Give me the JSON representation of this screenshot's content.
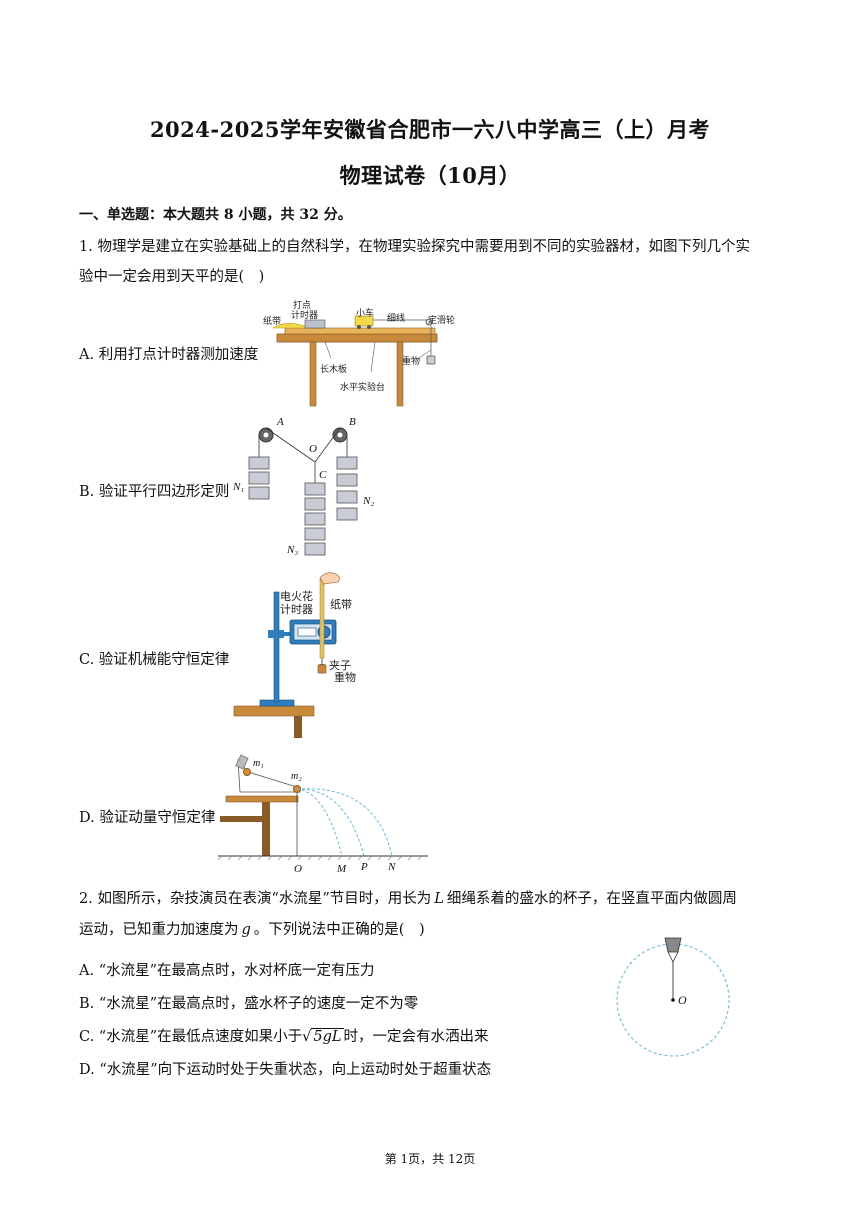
{
  "title": {
    "line1": "2024-2025学年安徽省合肥市一六八中学高三（上）月考",
    "line2": "物理试卷（10月）"
  },
  "section1": "一、单选题：本大题共 8 小题，共 32 分。",
  "q1": {
    "stem_line1": "1. 物理学是建立在实验基础上的自然科学，在物理实验探究中需要用到不同的实验器材，如图下列几个实",
    "stem_line2": "验中一定会用到天平的是(　)",
    "optA": "A. 利用打点计时器测加速度",
    "optB": "B. 验证平行四边形定则",
    "optC": "C. 验证机械能守恒定律",
    "optD": "D. 验证动量守恒定律",
    "figA": {
      "paper_tape": "纸带",
      "timer": "打点计时器",
      "timer_l1": "打点",
      "timer_l2": "计时器",
      "cart": "小车",
      "string": "细线",
      "pulley": "定滑轮",
      "weight": "重物",
      "board": "长木板",
      "table": "水平实验台"
    },
    "figB": {
      "A": "A",
      "B": "B",
      "O": "O",
      "C": "C",
      "N1": "N₁",
      "N2": "N₂",
      "N3": "N₃"
    },
    "figC": {
      "timer_l1": "电火花",
      "timer_l2": "计时器",
      "paper_tape": "纸带",
      "clip": "夹子",
      "weight": "重物"
    },
    "figD": {
      "m1": "m₁",
      "m2": "m₂",
      "O": "O",
      "M": "M",
      "P": "P",
      "N": "N"
    }
  },
  "q2": {
    "stem_line1_a": "2. 如图所示，杂技演员在表演“水流星”节目时，用长为",
    "stem_line1_var": "L",
    "stem_line1_b": "细绳系着的盛水的杯子，在竖直平面内做圆周",
    "stem_line2_a": "运动，已知重力加速度为",
    "stem_line2_var": "g",
    "stem_line2_b": "。下列说法中正确的是(　)",
    "optA": "A. “水流星”在最高点时，水对杯底一定有压力",
    "optB": "B. “水流星”在最高点时，盛水杯子的速度一定不为零",
    "optC_a": "C. “水流星”在最低点速度如果小于",
    "optC_sqrt": "5gL",
    "optC_b": "时，一定会有水洒出来",
    "optD": "D. “水流星”向下运动时处于失重状态，向上运动时处于超重状态",
    "fig": {
      "O": "O"
    }
  },
  "footer": "第 1页，共 12页",
  "colors": {
    "wood": "#c8893a",
    "wood_dark": "#8a5a28",
    "block": "#c9cbd6",
    "blue_dashed": "#5bb6e0",
    "rod_blue": "#2f7fc0",
    "cart_yellow": "#f2d94a"
  }
}
